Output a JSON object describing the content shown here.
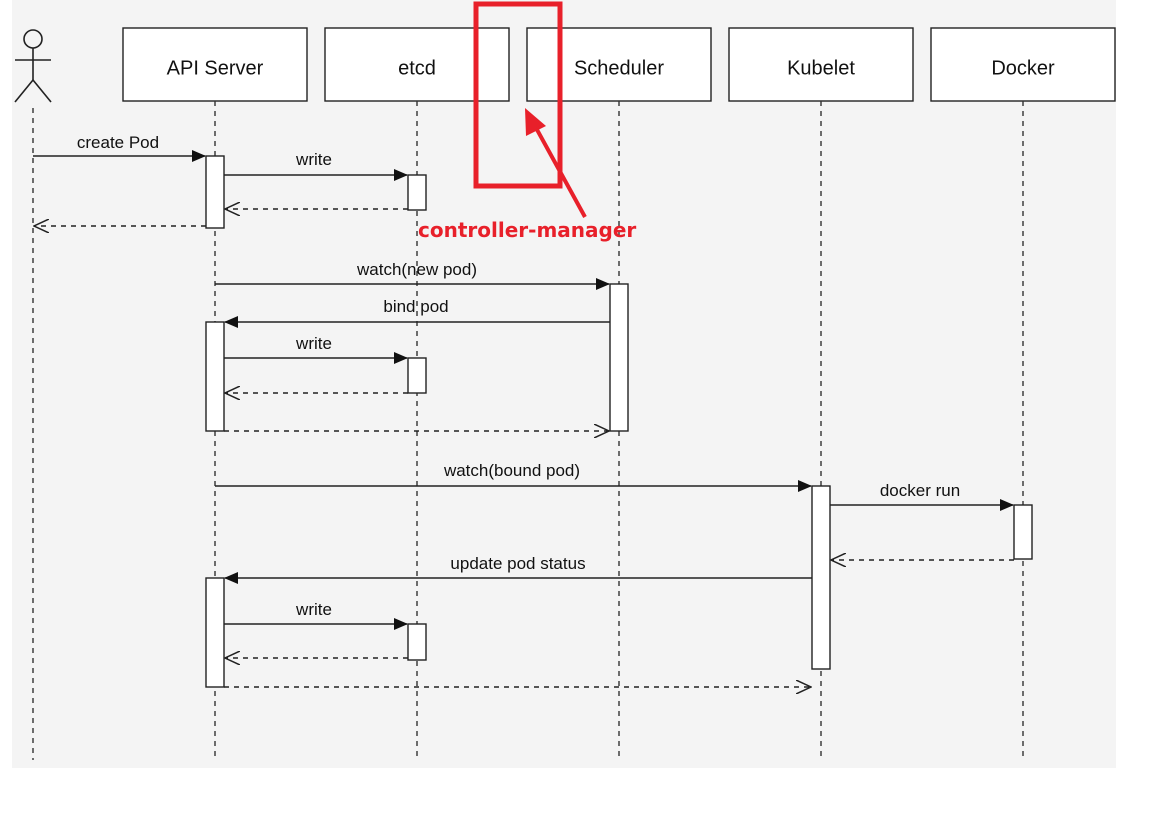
{
  "participants": [
    {
      "id": "user",
      "label": ""
    },
    {
      "id": "api",
      "label": "API Server"
    },
    {
      "id": "etcd",
      "label": "etcd"
    },
    {
      "id": "sched",
      "label": "Scheduler"
    },
    {
      "id": "kubelet",
      "label": "Kubelet"
    },
    {
      "id": "docker",
      "label": "Docker"
    }
  ],
  "messages": [
    {
      "id": "m1",
      "label": "create Pod"
    },
    {
      "id": "m2",
      "label": "write"
    },
    {
      "id": "m3",
      "label": "watch(new pod)"
    },
    {
      "id": "m4",
      "label": "bind pod"
    },
    {
      "id": "m5",
      "label": "write"
    },
    {
      "id": "m6",
      "label": "watch(bound pod)"
    },
    {
      "id": "m7",
      "label": "docker run"
    },
    {
      "id": "m8",
      "label": "update pod status"
    },
    {
      "id": "m9",
      "label": "write"
    }
  ],
  "annotation": {
    "label": "controller-manager",
    "color": "#e8202a"
  }
}
